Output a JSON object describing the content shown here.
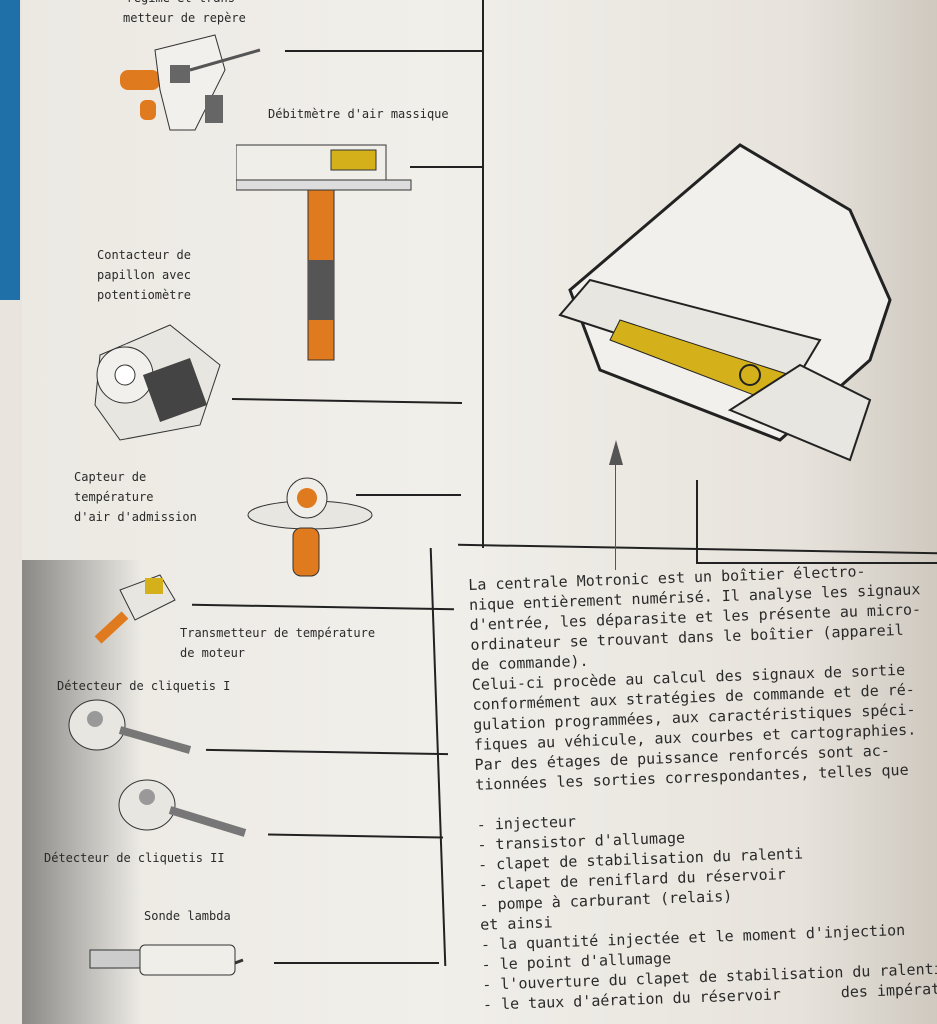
{
  "labels": {
    "regime": [
      "régime et trans-",
      "metteur de repère"
    ],
    "debitmetre": "Débitmètre d'air massique",
    "contacteur": [
      "Contacteur de",
      "papillon avec",
      "potentiomètre"
    ],
    "capteur": [
      "Capteur de",
      "température",
      "d'air d'admission"
    ],
    "transmetteur": [
      "Transmetteur de température",
      "de moteur"
    ],
    "cliquetis1": "Détecteur de cliquetis I",
    "cliquetis2": "Détecteur de cliquetis II",
    "lambda": "Sonde lambda"
  },
  "body_text": {
    "paragraph": [
      "La centrale Motronic est un boîtier électro-",
      "nique entièrement numérisé. Il analyse les signaux",
      "d'entrée, les déparasite et les présente au micro-",
      "ordinateur se trouvant dans le boîtier (appareil",
      "de commande).",
      "Celui-ci procède au calcul des signaux de sortie",
      "conformément aux stratégies de commande et de ré-",
      "gulation programmées, aux caractéristiques spéci-",
      "fiques au véhicule, aux courbes et cartographies.",
      "Par des étages de puissance renforcés sont ac-",
      "tionnées les sorties correspondantes, telles que"
    ],
    "outputs": [
      "- injecteur",
      "- transistor d'allumage",
      "- clapet de stabilisation du ralenti",
      "- clapet de reniflard du réservoir",
      "- pompe à carburant (relais)"
    ],
    "and_thus": "et ainsi",
    "controls": [
      "- la quantité injectée et le moment d'injection",
      "- le point d'allumage",
      "- l'ouverture du clapet de stabilisation du ralenti",
      "- le taux d'aération du réservoir"
    ],
    "last_line_fragment": "des impératifs."
  },
  "colors": {
    "orange": "#e07a1e",
    "page": "#eeebe5",
    "ink": "#222222",
    "connector": "#d4b11a"
  }
}
